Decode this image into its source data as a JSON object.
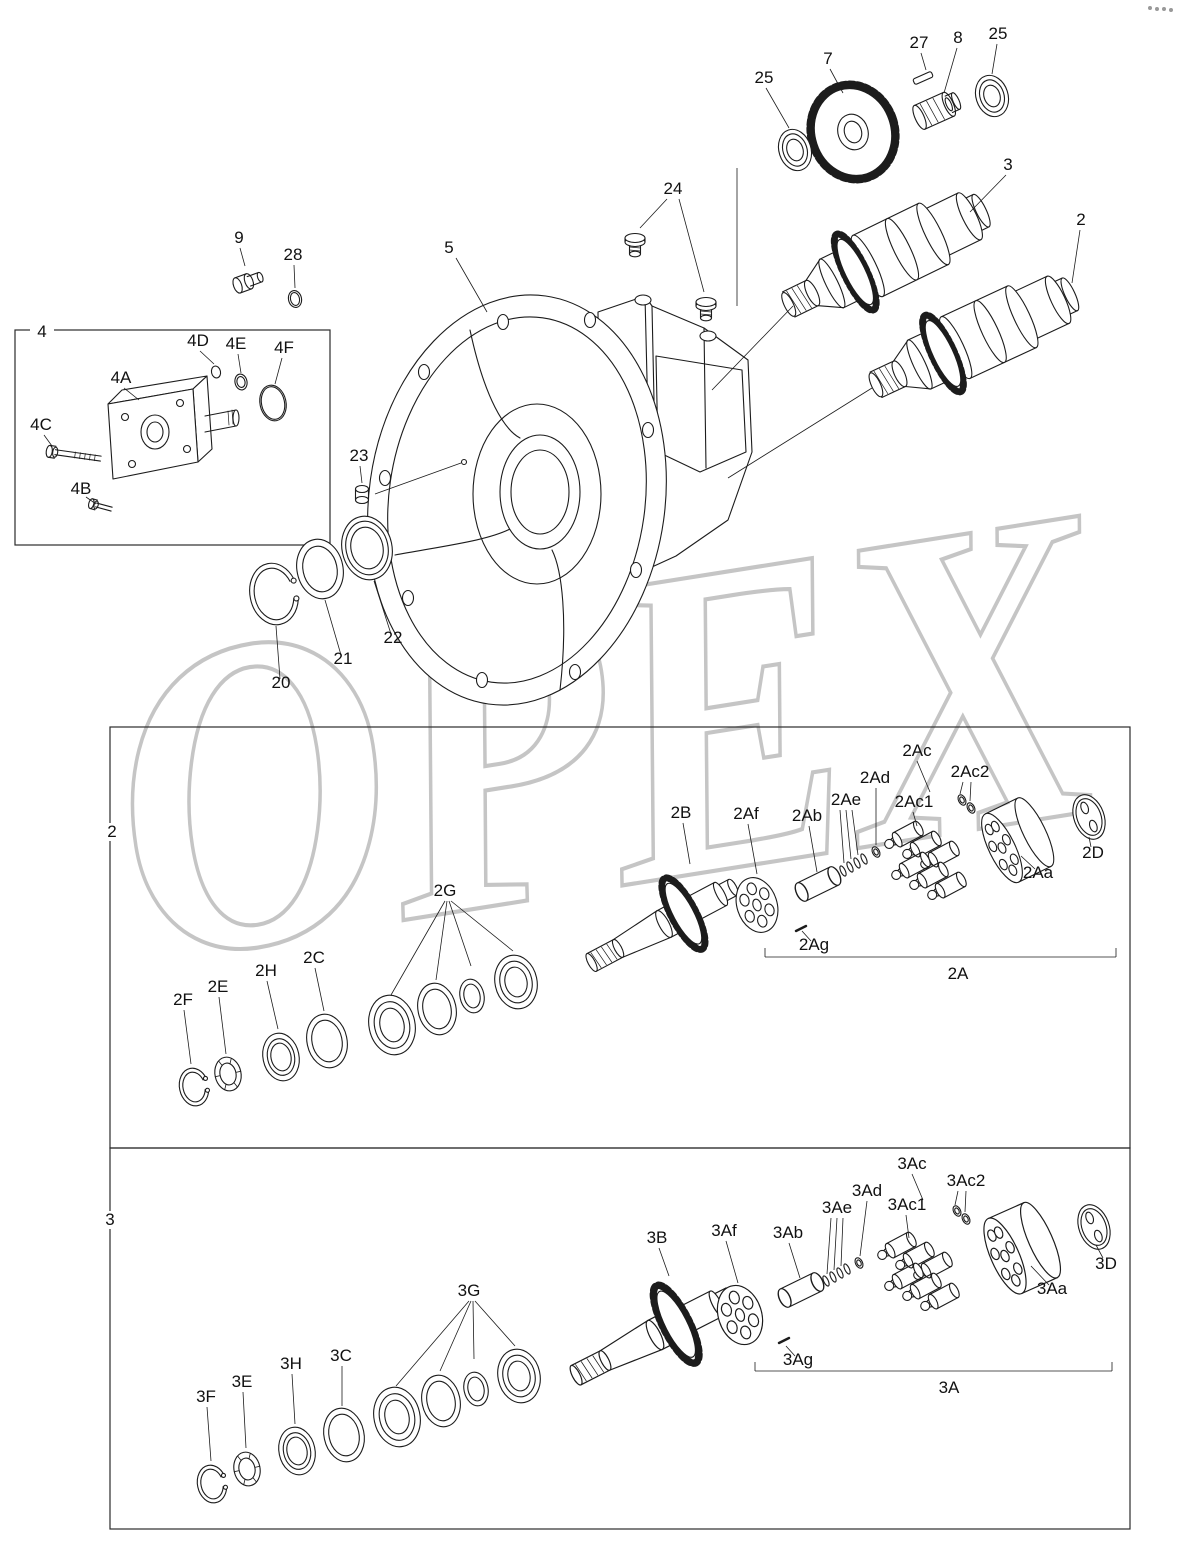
{
  "colors": {
    "line": "#1c1c1c",
    "label": "#111111",
    "watermark": "#c5c5c5",
    "box": "#2b2b2b",
    "background": "#ffffff"
  },
  "watermark": {
    "text": "OPEX"
  },
  "labels": {
    "l27": "27",
    "l8": "8",
    "l25a": "25",
    "l25b": "25",
    "l7": "7",
    "l3top": "3",
    "l2top": "2",
    "l24": "24",
    "l9": "9",
    "l28": "28",
    "l5": "5",
    "l4": "4",
    "l4A": "4A",
    "l4B": "4B",
    "l4C": "4C",
    "l4D": "4D",
    "l4E": "4E",
    "l4F": "4F",
    "l23": "23",
    "l22": "22",
    "l21": "21",
    "l20": "20",
    "l2box": "2",
    "l2A": "2A",
    "l2Aa": "2Aa",
    "l2Ab": "2Ab",
    "l2Ac": "2Ac",
    "l2Ac1": "2Ac1",
    "l2Ac2": "2Ac2",
    "l2Ad": "2Ad",
    "l2Ae": "2Ae",
    "l2Af": "2Af",
    "l2Ag": "2Ag",
    "l2B": "2B",
    "l2C": "2C",
    "l2D": "2D",
    "l2E": "2E",
    "l2F": "2F",
    "l2G": "2G",
    "l2H": "2H",
    "l3box": "3",
    "l3A": "3A",
    "l3Aa": "3Aa",
    "l3Ab": "3Ab",
    "l3Ac": "3Ac",
    "l3Ac1": "3Ac1",
    "l3Ac2": "3Ac2",
    "l3Ad": "3Ad",
    "l3Ae": "3Ae",
    "l3Af": "3Af",
    "l3Ag": "3Ag",
    "l3B": "3B",
    "l3C": "3C",
    "l3D": "3D",
    "l3E": "3E",
    "l3F": "3F",
    "l3G": "3G",
    "l3H": "3H"
  }
}
